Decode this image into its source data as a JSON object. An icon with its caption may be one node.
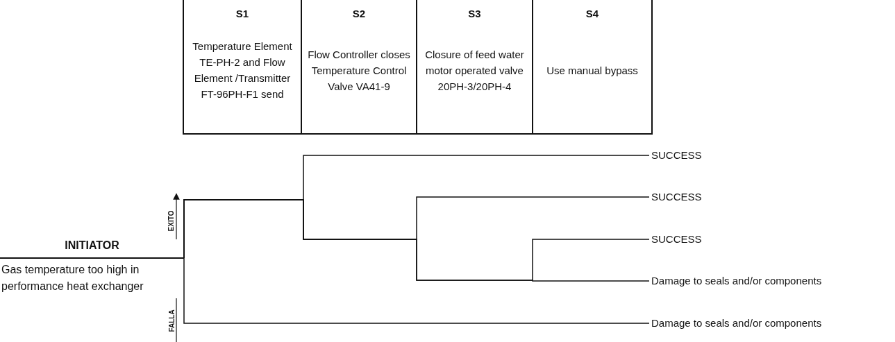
{
  "diagram": {
    "nodes": [
      {
        "text": [
          "S1",
          "Temperature Element TE-PH-2 and Flow Element /Transmitter FT-96PH-F1 send"
        ]
      },
      {
        "text": [
          "S2",
          "Flow Controller closes Temperature Control Valve VA41-9"
        ]
      },
      {
        "text": [
          "S3",
          "Closure of feed water motor operated valve 20PH-3/20PH-4"
        ]
      },
      {
        "text": [
          "S4",
          "Use manual bypass"
        ]
      },
      {
        "text": [
          "INITIATOR",
          "Gas temperature too high in performance heat exchanger"
        ]
      },
      {
        "text": [
          "SUCCESS"
        ]
      },
      {
        "text": [
          "SUCCESS"
        ]
      },
      {
        "text": [
          "SUCCESS"
        ]
      },
      {
        "text": [
          "Damage to seals and/or components"
        ]
      },
      {
        "text": [
          "Damage to seals and/or components"
        ]
      }
    ],
    "edges": [
      {
        "from": 4,
        "to": 5,
        "arrow": "none"
      },
      {
        "from": 4,
        "to": 6,
        "arrow": "none"
      },
      {
        "from": 4,
        "to": 7,
        "arrow": "none"
      },
      {
        "from": 4,
        "to": 8,
        "arrow": "none"
      },
      {
        "from": 4,
        "to": 9,
        "arrow": "none"
      }
    ],
    "labels": [
      "EXITO",
      "FALLA"
    ]
  }
}
